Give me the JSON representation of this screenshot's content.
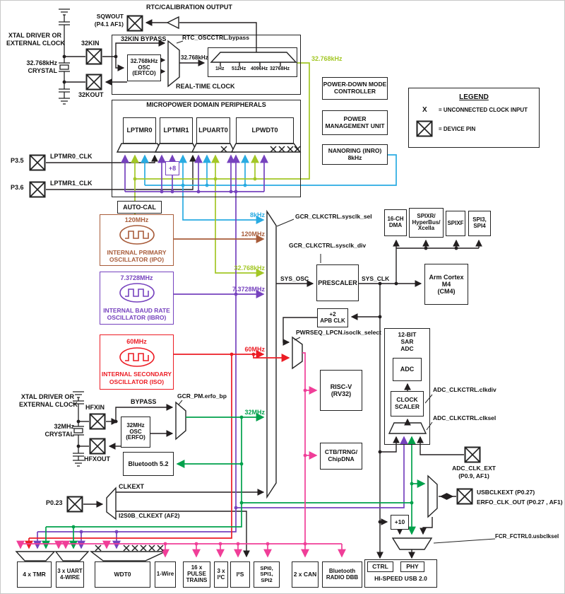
{
  "colors": {
    "blue": "#29ABE2",
    "lime": "#A3C725",
    "purple": "#7642BE",
    "red": "#EC1C24",
    "green": "#00A14B",
    "pink": "#F03E98",
    "brown": "#A85C3A",
    "wire": "#231F20"
  },
  "top": {
    "cal_output": "RTC/CALIBRATION OUTPUT",
    "sqwout_1": "SQWOUT",
    "sqwout_2": "(P4.1 AF1)",
    "xtal_1": "XTAL DRIVER OR",
    "xtal_2": "EXTERNAL CLOCK",
    "crystal_1": "32.768kHz",
    "crystal_2": "CRYSTAL",
    "pin_32kin": "32KIN",
    "pin_32kout": "32KOUT"
  },
  "rtc": {
    "title": "REAL-TIME CLOCK",
    "bypass_label": "32KIN BYPASS",
    "bypass_reg": "RTC_OSCCTRL.bypass",
    "osc": [
      "32.768kHz",
      "OSC",
      "(ERTCO)"
    ],
    "out_freq": "32.768kHz",
    "taps": [
      "1Hz",
      "512Hz",
      "4096Hz",
      "32768Hz"
    ],
    "green_out": "32.768kHz"
  },
  "right": {
    "pdmc": [
      "POWER-DOWN MODE",
      "CONTROLLER"
    ],
    "pmu": [
      "POWER",
      "MANAGEMENT UNIT"
    ],
    "nanoring": [
      "NANORING (INRO)",
      "8kHz"
    ]
  },
  "legend": {
    "title": "LEGEND",
    "x_sym": "X",
    "x_desc": "=  UNCONNECTED CLOCK INPUT",
    "pin_desc": "=  DEVICE PIN"
  },
  "micropower": {
    "title": "MICROPOWER DOMAIN PERIPHERALS",
    "blocks": [
      "LPTMR0",
      "LPTMR1",
      "LPUART0",
      "LPWDT0"
    ],
    "div8": "+8",
    "autocal": "AUTO-CAL",
    "p35": "P3.5",
    "p36": "P3.6",
    "lptmr0_clk": "LPTMR0_CLK",
    "lptmr1_clk": "LPTMR1_CLK"
  },
  "osc": {
    "ipo": {
      "freq": "120MHz",
      "name1": "INTERNAL PRIMARY",
      "name2": "OSCILLATOR (IPO)"
    },
    "ibro": {
      "freq": "7.3728MHz",
      "name1": "INTERNAL BAUD RATE",
      "name2": "OSCILLATOR (IBRO)"
    },
    "iso": {
      "freq": "60MHz",
      "name1": "INTERNAL SECONDARY",
      "name2": "OSCILLATOR (ISO)"
    }
  },
  "mux_in": {
    "f8k": "8kHz",
    "f120": "120MHz",
    "f32768": "32.768kHz",
    "f7": "7.3728MHz",
    "f60": "60MHz",
    "f32": "32MHz"
  },
  "sys": {
    "sel_reg": "GCR_CLKCTRL.sysclk_sel",
    "div_reg": "GCR_CLKCTRL.sysclk_div",
    "prescaler": "PRESCALER",
    "sys_osc": "SYS_OSC",
    "sys_clk": "SYS_CLK",
    "apb": [
      "+2",
      "APB CLK"
    ],
    "iso_reg": "PWRSEQ_LPCN.isoclk_select"
  },
  "blocks": {
    "dma": [
      "16-CH",
      "DMA"
    ],
    "spixr": [
      "SPIXR/",
      "HyperBus/",
      "Xcella"
    ],
    "spixf": "SPIXF",
    "spi34": [
      "SPI3,",
      "SPI4"
    ],
    "cm4": [
      "Arm Cortex",
      "M4",
      "(CM4)"
    ],
    "riscv": [
      "RISC-V",
      "(RV32)"
    ],
    "ctb": [
      "CTB/TRNG/",
      "ChipDNA"
    ],
    "bt": "Bluetooth 5.2"
  },
  "adc": {
    "title": [
      "12-BIT",
      "SAR",
      "ADC"
    ],
    "core": "ADC",
    "scaler": [
      "CLOCK",
      "SCALER"
    ],
    "clkdiv_reg": "ADC_CLKCTRL.clkdiv",
    "clksel_reg": "ADC_CLKCTRL.clksel",
    "ext_1": "ADC_CLK_EXT",
    "ext_2": "(P0.9, AF1)"
  },
  "erfo": {
    "xtal_1": "XTAL DRIVER OR",
    "xtal_2": "EXTERNAL CLOCK",
    "crystal_1": "32MHz",
    "crystal_2": "CRYSTAL",
    "hfxin": "HFXIN",
    "hfxout": "HFXOUT",
    "bypass": "BYPASS",
    "reg": "GCR_PM.erfo_bp",
    "osc": [
      "32MHz",
      "OSC",
      "(ERFO)"
    ]
  },
  "ext": {
    "p023": "P0.23",
    "clkext": "CLKEXT",
    "i2s0b": "I2S0B_CLKEXT (AF2)"
  },
  "usb": {
    "pin_1": "USBCLKEXT (P0.27)",
    "pin_2": "ERFO_CLK_OUT (P0.27 , AF1)",
    "div10": "+10",
    "sel_reg": "FCR_FCTRL0.usbclksel",
    "ctrl": "CTRL",
    "phy": "PHY",
    "title": "HI-SPEED USB 2.0"
  },
  "bottom": {
    "tmr": "4 x TMR",
    "uart": [
      "3 x UART",
      "4-WIRE"
    ],
    "wdt": "WDT0",
    "onewire": "1-Wire",
    "pt": [
      "16 x",
      "PULSE",
      "TRAINS"
    ],
    "i2c": [
      "3 x",
      "I²C"
    ],
    "i2s": "I²S",
    "spi": [
      "SPI0, SPI1,",
      "SPI2"
    ],
    "can": "2 x CAN",
    "btdbb": [
      "Bluetooth",
      "RADIO DBB"
    ]
  }
}
